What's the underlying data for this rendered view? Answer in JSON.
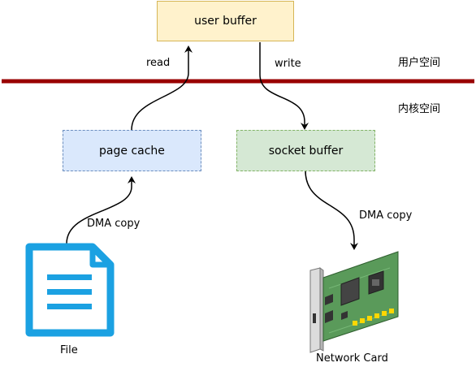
{
  "boxes": {
    "user_buffer": "user buffer",
    "page_cache": "page cache",
    "socket_buffer": "socket buffer"
  },
  "arrows": {
    "read": "read",
    "write": "write",
    "dma_left": "DMA copy",
    "dma_right": "DMA copy"
  },
  "regions": {
    "user_space": "用户空间",
    "kernel_space": "内核空间"
  },
  "devices": {
    "file": "File",
    "network_card": "Network Card"
  },
  "colors": {
    "boundary_line": "#990000",
    "user_buffer_fill": "#fff2cc",
    "user_buffer_border": "#d6b656",
    "page_cache_fill": "#dae8fc",
    "page_cache_border": "#6c8ebf",
    "socket_buffer_fill": "#d5e8d4",
    "socket_buffer_border": "#82b366",
    "file_icon": "#1ba1e2",
    "nic_board": "#5a9a5a"
  }
}
